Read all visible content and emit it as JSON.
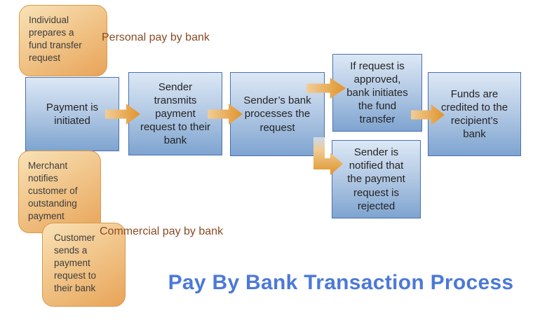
{
  "title": "Pay By Bank Transaction Process",
  "section_labels": {
    "personal": "Personal pay by bank",
    "commercial": "Commercial pay by bank"
  },
  "notes": {
    "individual": "Individual\nprepares a\nfund transfer\nrequest",
    "merchant": "Merchant\nnotifies\ncustomer of\noutstanding\npayment",
    "customer": "Customer\nsends a\npayment\nrequest to\ntheir bank"
  },
  "steps": {
    "initiated": "Payment is\ninitiated",
    "transmit": "Sender\ntransmits\npayment\nrequest to their\nbank",
    "process": "Sender’s bank\nprocesses the\nrequest",
    "approved": "If request is\napproved,\nbank initiates\nthe fund\ntransfer",
    "credited": "Funds are\ncredited to the\nrecipient’s\nbank",
    "rejected": "Sender is\nnotified that\nthe payment\nrequest is\nrejected"
  },
  "colors": {
    "title_blue": "#4c79d8",
    "label_brown": "#8b4a21",
    "text_dark": "#242424",
    "box_top": "#dce8f5",
    "box_bottom": "#7ea4d0",
    "box_border": "#4a72ad",
    "note_top": "#f9e2b6",
    "note_bottom": "#e8a458",
    "note_border": "#d99a4d",
    "arrow_light": "#f2cd97",
    "arrow_dark": "#e0932a",
    "bend_top": "#ccd9ea",
    "bend_mid": "#f0cb92",
    "bend_dark": "#df9327"
  }
}
